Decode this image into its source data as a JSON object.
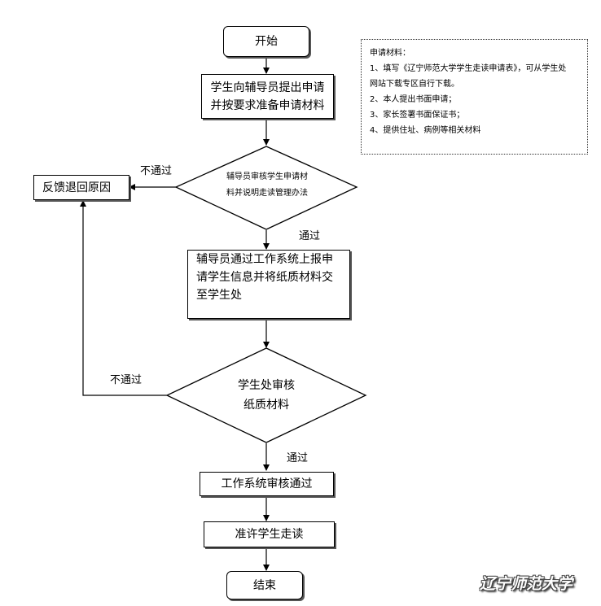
{
  "flow": {
    "start": "开始",
    "step1_line1": "学生向辅导员提出申请",
    "step1_line2": "并按要求准备申请材料",
    "decision1_line1": "辅导员审核学生申请材",
    "decision1_line2": "料并说明走读管理办法",
    "reject_box": "反馈退回原因",
    "reject_label1": "不通过",
    "pass_label1": "通过",
    "step2_line1": "辅导员通过工作系统上报申",
    "step2_line2": "请学生信息并将纸质材料交",
    "step2_line3": "至学生处",
    "decision2_line1": "学生处审核",
    "decision2_line2": "纸质材料",
    "reject_label2": "不通过",
    "pass_label2": "通过",
    "step3": "工作系统审核通过",
    "step4": "准许学生走读",
    "end": "结束"
  },
  "notes": {
    "title": "申请材料：",
    "item1_line1": "1、填写《辽宁师范大学学生走读申请表》，可从学生处",
    "item1_line2": "网站下载专区自行下载。",
    "item2": "2、本人提出书面申请；",
    "item3": "3、家长签署书面保证书；",
    "item4": "4、提供住址、病例等相关材料"
  },
  "watermark": "辽宁师范大学"
}
